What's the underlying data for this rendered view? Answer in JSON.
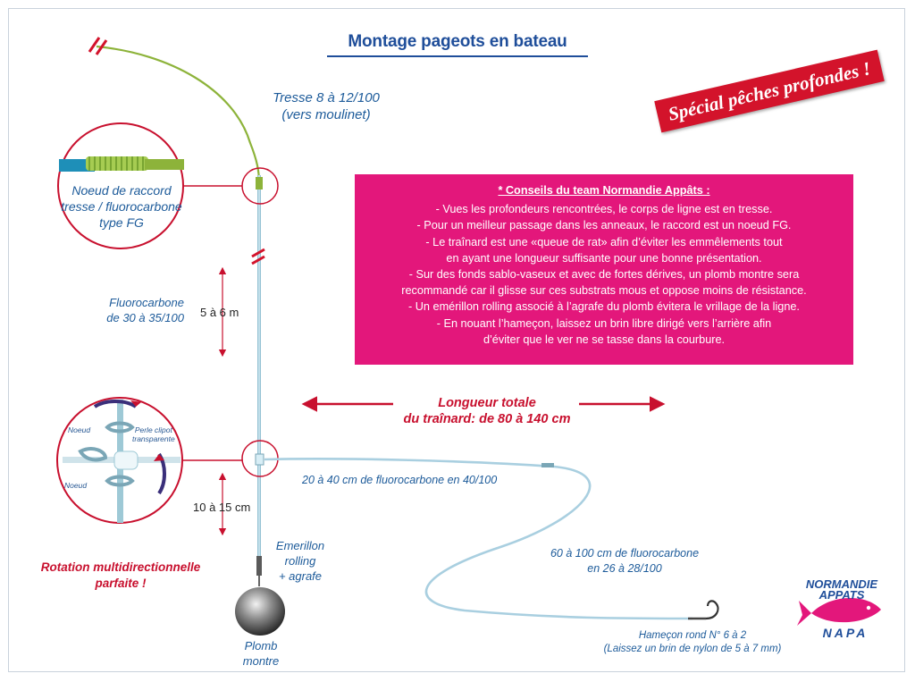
{
  "title": "Montage pageots en bateau",
  "stamp": "Spécial pêches profondes !",
  "labels": {
    "braid": [
      "Tresse 8 à 12/100",
      "(vers moulinet)"
    ],
    "knot": [
      "Noeud de raccord",
      "tresse / fluorocarbone",
      "type FG"
    ],
    "fluoro_main": [
      "Fluorocarbone",
      "de 30 à 35/100"
    ],
    "length_upper": "5 à 6 m",
    "length_lower": "10 à 15 cm",
    "total_length": [
      "Longueur totale",
      "du traînard: de 80 à 140 cm"
    ],
    "leader_short": "20 à 40 cm de fluorocarbone en 40/100",
    "leader_long": [
      "60 à 100 cm  de fluorocarbone",
      "en 26 à 28/100"
    ],
    "swivel": [
      "Emerillon",
      "rolling",
      "+ agrafe"
    ],
    "sinker": [
      "Plomb",
      "montre"
    ],
    "hook": [
      "Hameçon rond N° 6 à 2",
      "(Laissez un brin de nylon de 5 à 7 mm)"
    ],
    "rotation": [
      "Rotation multidirectionnelle",
      "parfaite !"
    ],
    "detail_knot_upper": "Noeud",
    "detail_knot_lower": "Noeud",
    "detail_bead": [
      "Perle clipot",
      "transparente"
    ]
  },
  "tips": {
    "heading": "* Conseils du team Normandie Appâts :",
    "lines": [
      "- Vues les profondeurs rencontrées, le corps de ligne est en tresse.",
      "- Pour un meilleur passage dans les anneaux, le raccord est un noeud FG.",
      "- Le traînard est une «queue de rat» afin d’éviter les emmêlements tout",
      "en ayant une longueur suffisante pour une bonne présentation.",
      "- Sur des fonds sablo-vaseux et avec de fortes dérives, un plomb montre sera",
      "recommandé car il glisse sur ces substrats mous et oppose moins de résistance.",
      "- Un emérillon rolling associé à l’agrafe du plomb évitera le vrillage de la ligne.",
      "- En nouant l’hameçon, laissez un brin libre dirigé vers l’arrière afin",
      "d’éviter que le ver ne se tasse dans la courbure."
    ]
  },
  "logo": {
    "top": [
      "NORMANDIE",
      "APPATS"
    ],
    "bottom": "NAPA"
  },
  "colors": {
    "title_blue": "#1f4e9a",
    "label_blue": "#1d5b9a",
    "accent_red": "#c8102e",
    "tip_pink": "#e3177b",
    "braid_green": "#8db33a",
    "fluoro_blue": "#a9cfe0"
  }
}
